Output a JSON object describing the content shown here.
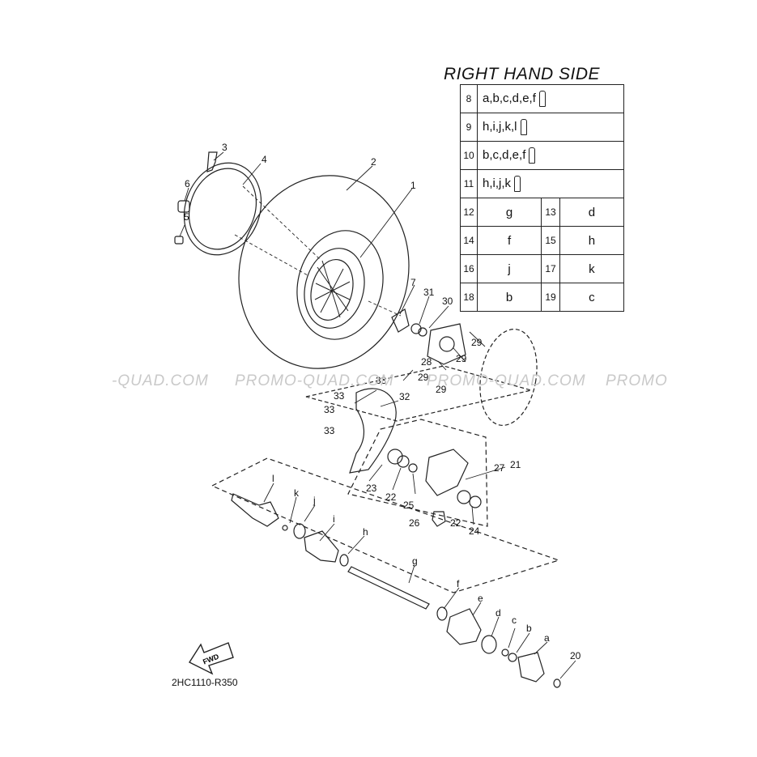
{
  "title": "RIGHT HAND SIDE",
  "watermark": [
    "-QUAD.COM",
    "PROMO-QUAD.COM",
    "PROMO-QUAD.COM",
    "PROMO"
  ],
  "diagram_code": "2HC1110-R350",
  "fwd_label": "FWD",
  "legend_sets": [
    {
      "num": "8",
      "parts": "a,b,c,d,e,f"
    },
    {
      "num": "9",
      "parts": "h,i,j,k,l"
    },
    {
      "num": "10",
      "parts": "b,c,d,e,f"
    },
    {
      "num": "11",
      "parts": "h,i,j,k"
    }
  ],
  "legend_pairs": [
    {
      "n1": "12",
      "v1": "g",
      "n2": "13",
      "v2": "d"
    },
    {
      "n1": "14",
      "v1": "f",
      "n2": "15",
      "v2": "h"
    },
    {
      "n1": "16",
      "v1": "j",
      "n2": "17",
      "v2": "k"
    },
    {
      "n1": "18",
      "v1": "b",
      "n2": "19",
      "v2": "c"
    }
  ],
  "callouts": [
    "1",
    "2",
    "3",
    "4",
    "5",
    "6",
    "7",
    "31",
    "30",
    "28",
    "29",
    "29",
    "29",
    "29",
    "33",
    "33",
    "33",
    "33",
    "32",
    "21",
    "27",
    "23",
    "22",
    "25",
    "26",
    "22",
    "24",
    "l",
    "k",
    "j",
    "i",
    "h",
    "g",
    "f",
    "e",
    "d",
    "c",
    "b",
    "a",
    "20"
  ]
}
